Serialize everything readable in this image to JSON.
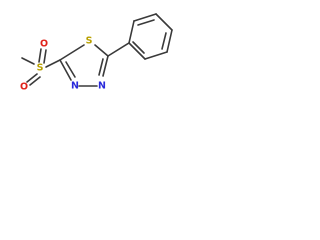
{
  "molecule": {
    "atoms": {
      "sulfur_ring": {
        "symbol": "S",
        "color": "#b8a000"
      },
      "sulfur_sulfonyl": {
        "symbol": "S",
        "color": "#b8a000"
      },
      "oxygen_top": {
        "symbol": "O",
        "color": "#e0241b"
      },
      "oxygen_bottom": {
        "symbol": "O",
        "color": "#e0241b"
      },
      "nitrogen_left": {
        "symbol": "N",
        "color": "#2a2adb"
      },
      "nitrogen_right": {
        "symbol": "N",
        "color": "#2a2adb"
      }
    },
    "bond_color": "#3a3a3a"
  }
}
